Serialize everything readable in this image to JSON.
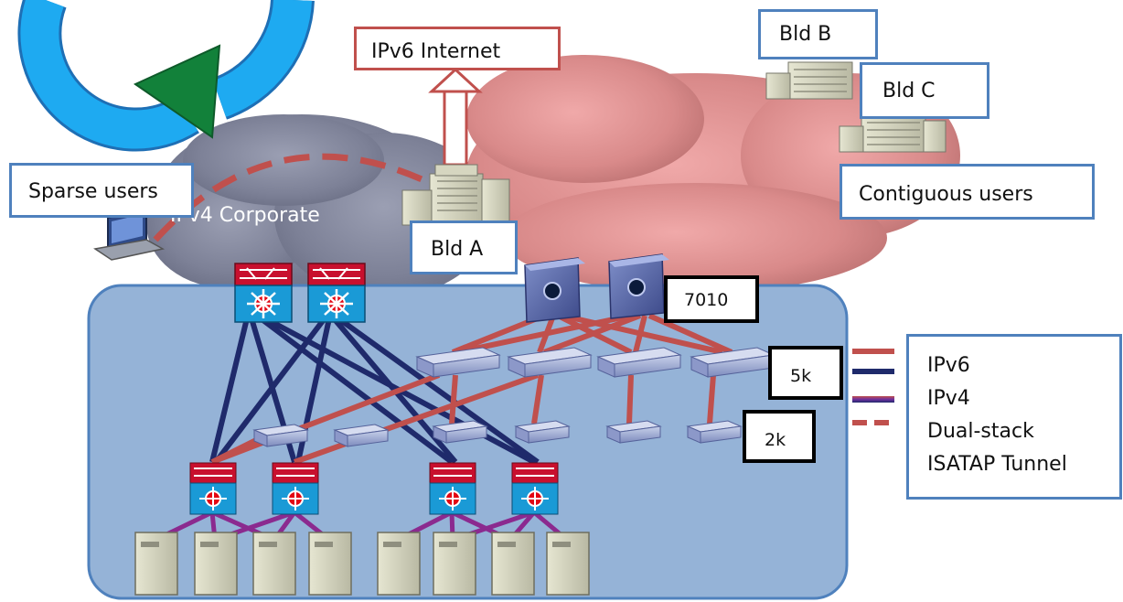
{
  "labels": {
    "ipv6_internet": "IPv6 Internet",
    "bld_a": "Bld A",
    "bld_b": "Bld B",
    "bld_c": "Bld C",
    "sparse_users": "Sparse users",
    "contiguous_users": "Contiguous users",
    "corporate_cloud": "IPv4 Corporate",
    "core_7010": "7010",
    "switch_5k": "5k",
    "switch_2k": "2k"
  },
  "legend": {
    "items": [
      {
        "label": "IPv6",
        "color": "#c0504d",
        "style": "solid"
      },
      {
        "label": "IPv4",
        "color": "#1f2a6b",
        "style": "solid"
      },
      {
        "label": "Dual-stack",
        "color": "#7030a0",
        "style": "gradient"
      },
      {
        "label": "ISATAP Tunnel",
        "color": "#c0504d",
        "style": "dashed"
      }
    ]
  },
  "colors": {
    "ipv6_link": "#c0504d",
    "ipv4_link": "#1f2a6b",
    "dual_link": "#8b2a8f",
    "datacenter_fill": "#95b3d7",
    "datacenter_border": "#4f81bd",
    "gray_cloud": "#7d8197",
    "pink_cloud": "#d98a8a",
    "refresh_blue": "#1eaaf1",
    "refresh_green": "#12813a"
  },
  "icons": {
    "refresh": "refresh-icon",
    "laptop": "laptop-icon",
    "building": "building-icon",
    "nexus_7010": "nexus-7010-icon",
    "nexus_5k": "nexus-5k-icon",
    "nexus_2k": "nexus-2k-icon",
    "l3_switch": "l3-switch-icon",
    "server": "server-icon"
  }
}
